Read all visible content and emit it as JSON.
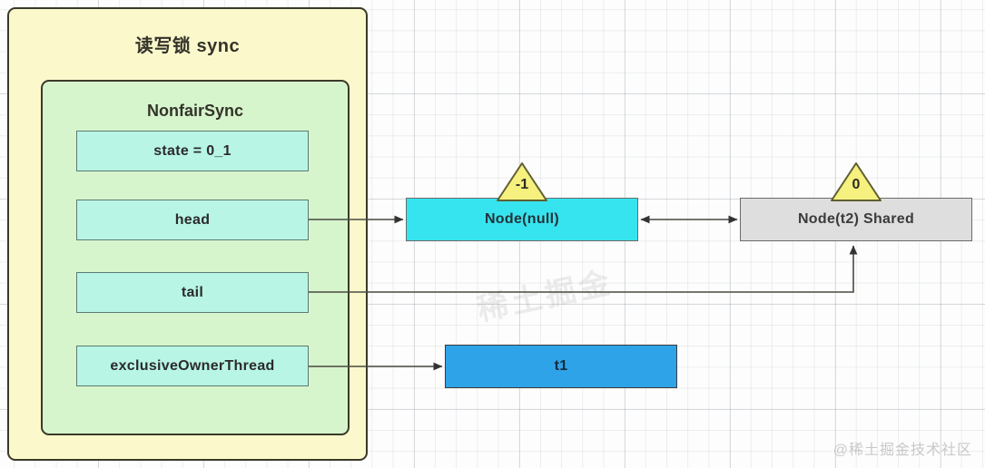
{
  "diagram": {
    "title": "读写锁 sync",
    "inner_title": "NonfairSync",
    "fields": [
      {
        "id": "state",
        "label": "state = 0_1"
      },
      {
        "id": "head",
        "label": "head"
      },
      {
        "id": "tail",
        "label": "tail"
      },
      {
        "id": "owner",
        "label": "exclusiveOwnerThread"
      }
    ],
    "nodes": [
      {
        "id": "node-null",
        "label": "Node(null)",
        "wait_status": "-1",
        "color": "#36e4ef"
      },
      {
        "id": "node-t2",
        "label": "Node(t2) Shared",
        "wait_status": "0",
        "color": "#dedede"
      },
      {
        "id": "node-t1",
        "label": "t1",
        "color": "#2fa3e8"
      }
    ],
    "colors": {
      "outer_box": "#fbf8cc",
      "inner_box": "#d7f5cd",
      "field_box": "#b8f5e4",
      "triangle": "#f6f07e",
      "border": "#3a3a28"
    }
  },
  "watermark": {
    "center": "稀土掘金",
    "corner": "@稀土掘金技术社区"
  }
}
